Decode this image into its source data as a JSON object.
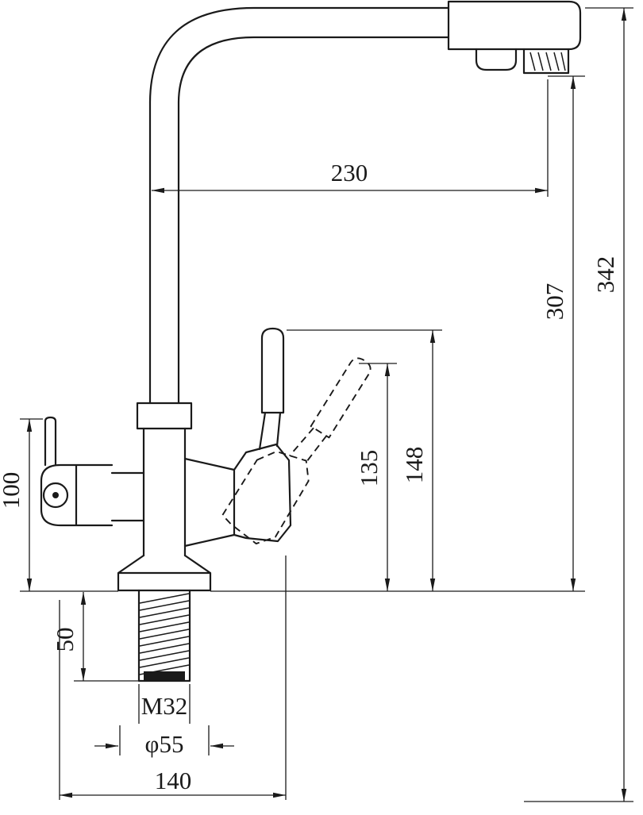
{
  "page": {
    "background": "#ffffff",
    "line_color": "#1a1a1a"
  },
  "drawing": {
    "type": "technical-dimension-drawing",
    "subject": "kitchen-faucet-side-view"
  },
  "dimensions": {
    "spout_reach": "230",
    "overall_height": "342",
    "spout_height": "307",
    "lever_height_upright": "148",
    "lever_height_tilted": "135",
    "side_handle_height": "100",
    "shank_length": "50",
    "thread": "M32",
    "base_diameter": "φ55",
    "footprint_width": "140"
  }
}
